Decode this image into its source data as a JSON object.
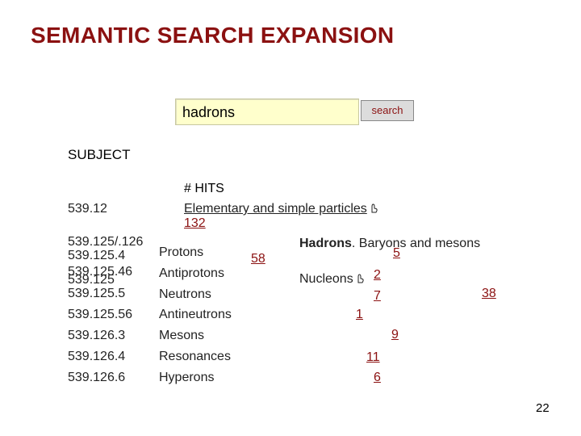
{
  "title": "SEMANTIC SEARCH EXPANSION",
  "search": {
    "value": "hadrons",
    "button_label": "search"
  },
  "subject_label": "SUBJECT",
  "hits_label": "# HITS",
  "codes": [
    "539.12",
    "539.125/.126",
    "539.125.4",
    "539.125.46",
    "539.125",
    "539.125.5",
    "539.125.56",
    "539.126.3",
    "539.126.4",
    "539.126.6"
  ],
  "terms": {
    "elementary": "Elementary and simple particles",
    "protons": "Protons",
    "antiprotons": "Antiprotons",
    "neutrons": "Neutrons",
    "antineutrons": "Antineutrons",
    "mesons": "Mesons",
    "resonances": "Resonances",
    "hyperons": "Hyperons",
    "hadrons_bold": "Hadrons",
    "hadrons_rest": ". Baryons and mesons",
    "nucleons": "Nucleons"
  },
  "hits": {
    "elementary": "132",
    "protons": "58",
    "hadrons": "5",
    "nucleons": "2",
    "neutrons": "7",
    "nucleons_total": "38",
    "antineutrons": "1",
    "mesons": "9",
    "resonances": "11",
    "hyperons": "6"
  },
  "icons": {
    "expand": "hand-pointer-icon"
  },
  "page_number": "22"
}
